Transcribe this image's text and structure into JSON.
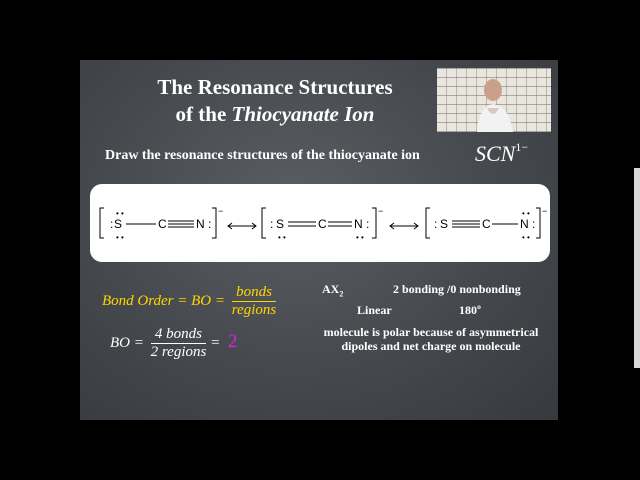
{
  "slide": {
    "title_line1": "The Resonance Structures",
    "title_line2_prefix": "of the",
    "title_line2_italic": "Thiocyanate Ion",
    "instruction": "Draw the resonance structures of the thiocyanate ion",
    "formula": "SCN",
    "formula_charge": "1−",
    "structures": [
      {
        "left_atom": "S",
        "middle_atom": "C",
        "right_atom": "N",
        "charge": "−"
      },
      {
        "left_atom": "S",
        "middle_atom": "C",
        "right_atom": "N",
        "charge": "−"
      },
      {
        "left_atom": "S",
        "middle_atom": "C",
        "right_atom": "N",
        "charge": "−"
      }
    ],
    "bond_order": {
      "definition_prefix": "Bond Order = BO =",
      "definition_num": "bonds",
      "definition_den": "regions",
      "calc_prefix": "BO =",
      "calc_num": "4 bonds",
      "calc_den": "2 regions",
      "calc_equals": "=",
      "result": "2"
    },
    "geometry": {
      "ax_label": "AX",
      "ax_sub": "2",
      "bonding": "2 bonding /0 nonbonding",
      "shape": "Linear",
      "angle": "180º",
      "polarity": "molecule is polar because of asymmetrical dipoles and net charge on molecule"
    }
  }
}
